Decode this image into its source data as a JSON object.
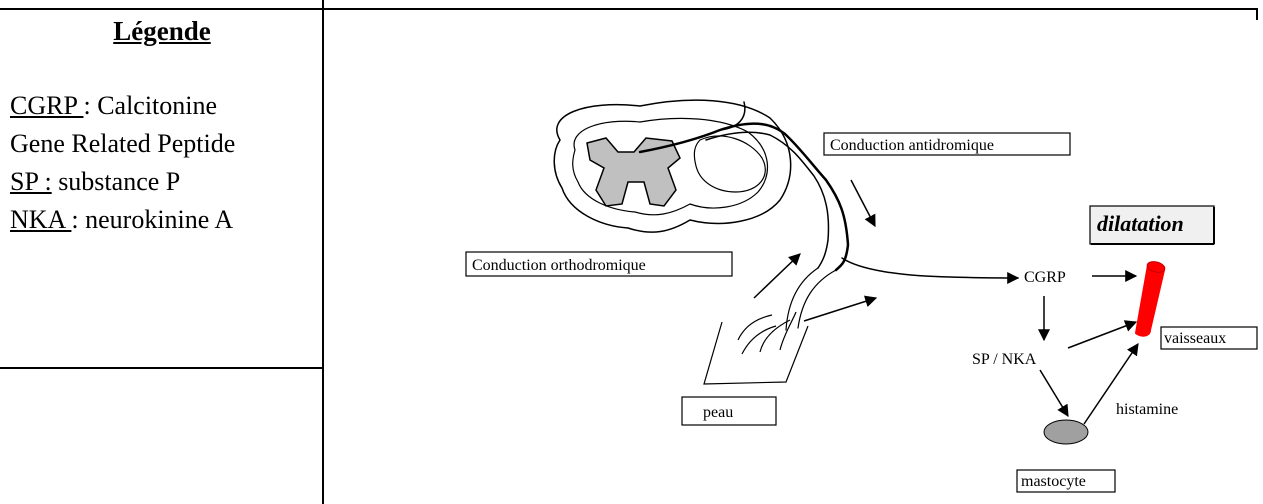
{
  "legend": {
    "title": "Légende",
    "entries": [
      {
        "abbr": "CGRP ",
        "text": ": Calcitonine"
      },
      {
        "abbr": "",
        "text": "Gene Related Peptide"
      },
      {
        "abbr": "SP :",
        "text": " substance P"
      },
      {
        "abbr": "NKA ",
        "text": ": neurokinine A"
      }
    ]
  },
  "diagram": {
    "conduction_antidromique": "Conduction antidromique",
    "conduction_orthodromique": "Conduction orthodromique",
    "dilatation": "dilatation",
    "cgrp": "CGRP",
    "sp_nka": "SP / NKA",
    "vaisseaux": "vaisseaux",
    "histamine": "histamine",
    "peau": "peau",
    "mastocyte": "mastocyte"
  },
  "colors": {
    "vessel": "#ff0000",
    "mast_cell": "#a0a0a0",
    "grey_matter": "#c0c0c0",
    "dilatation_box": "#f0f0f0"
  }
}
